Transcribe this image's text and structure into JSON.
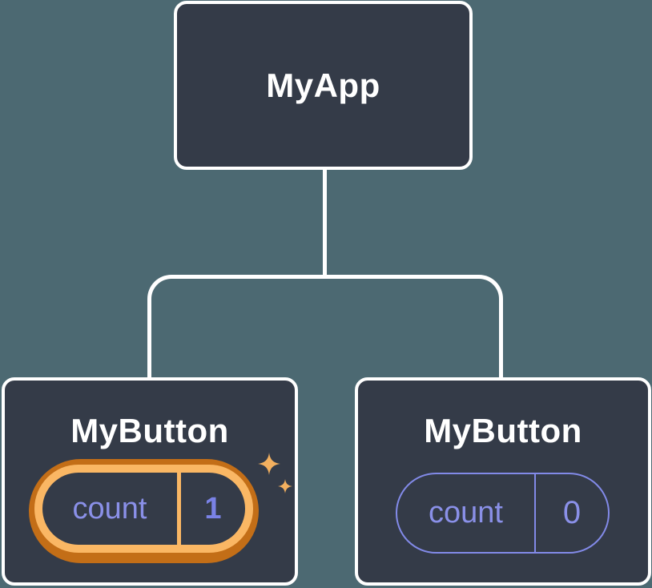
{
  "tree": {
    "root": {
      "title": "MyApp"
    },
    "children": [
      {
        "title": "MyButton",
        "state_label": "count",
        "state_value": "1",
        "highlighted": true,
        "highlight_icon": "sparkles-icon"
      },
      {
        "title": "MyButton",
        "state_label": "count",
        "state_value": "0",
        "highlighted": false
      }
    ]
  },
  "colors": {
    "background": "#4C6972",
    "box_fill": "#343B48",
    "box_border": "#FFFFFF",
    "connector": "#FFFFFF",
    "state_text": "#8A90E8",
    "state_value_highlight": "#7A82E6",
    "state_pill_border": "#828AE8",
    "highlight_ring_dark": "#C36E17",
    "highlight_ring_light": "#FAB764",
    "sparkle": "#F3B05F"
  }
}
